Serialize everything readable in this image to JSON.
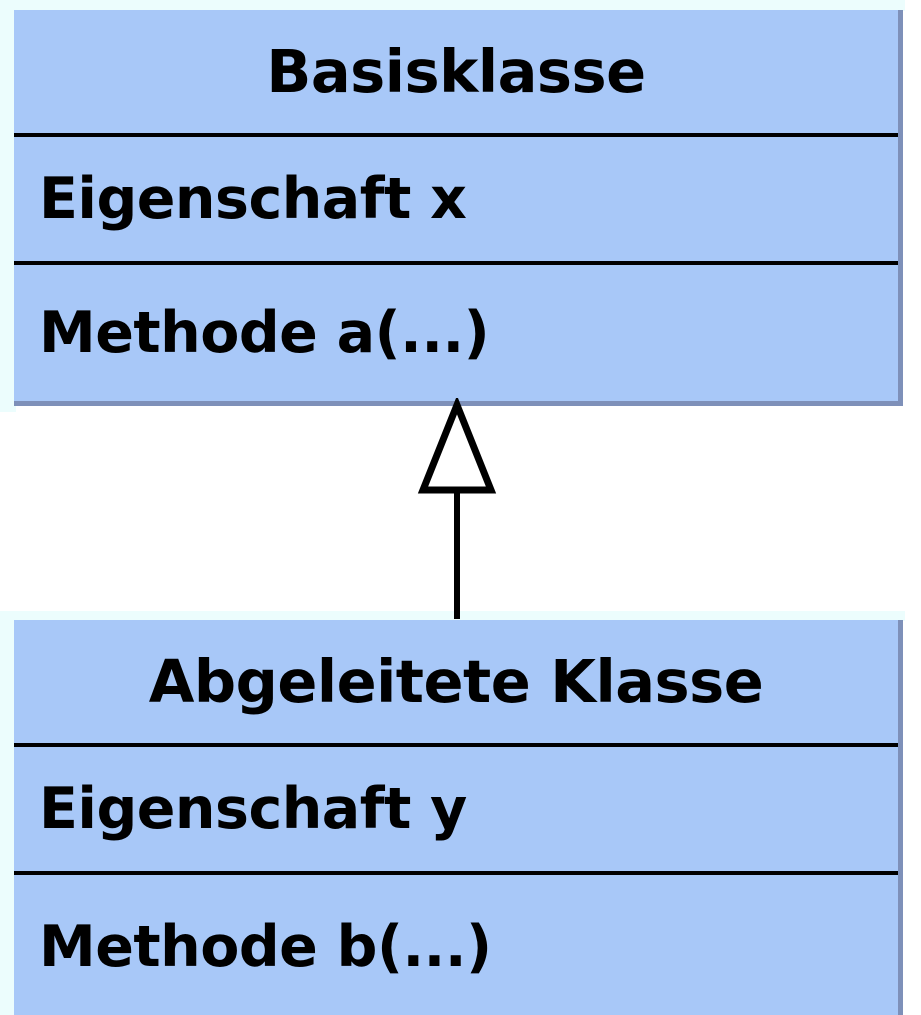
{
  "diagram": {
    "kind": "uml-class-diagram",
    "language": "de",
    "background_color": "#ffffff",
    "class_fill_color": "#a8c8f8",
    "class_border_color": "#7e90b9",
    "separator_color": "#000000",
    "text_color": "#000000"
  },
  "classes": [
    {
      "id": "base",
      "name": "Basisklasse",
      "attributes": [
        "Eigenschaft x"
      ],
      "operations": [
        "Methode a(...)"
      ]
    },
    {
      "id": "derived",
      "name": "Abgeleitete Klasse",
      "attributes": [
        "Eigenschaft y"
      ],
      "operations": [
        "Methode b(...)"
      ]
    }
  ],
  "relationships": [
    {
      "type": "generalization",
      "label": "",
      "from": "Abgeleitete Klasse",
      "to": "Basisklasse",
      "arrow_head": "hollow-triangle",
      "line_style": "solid"
    }
  ]
}
